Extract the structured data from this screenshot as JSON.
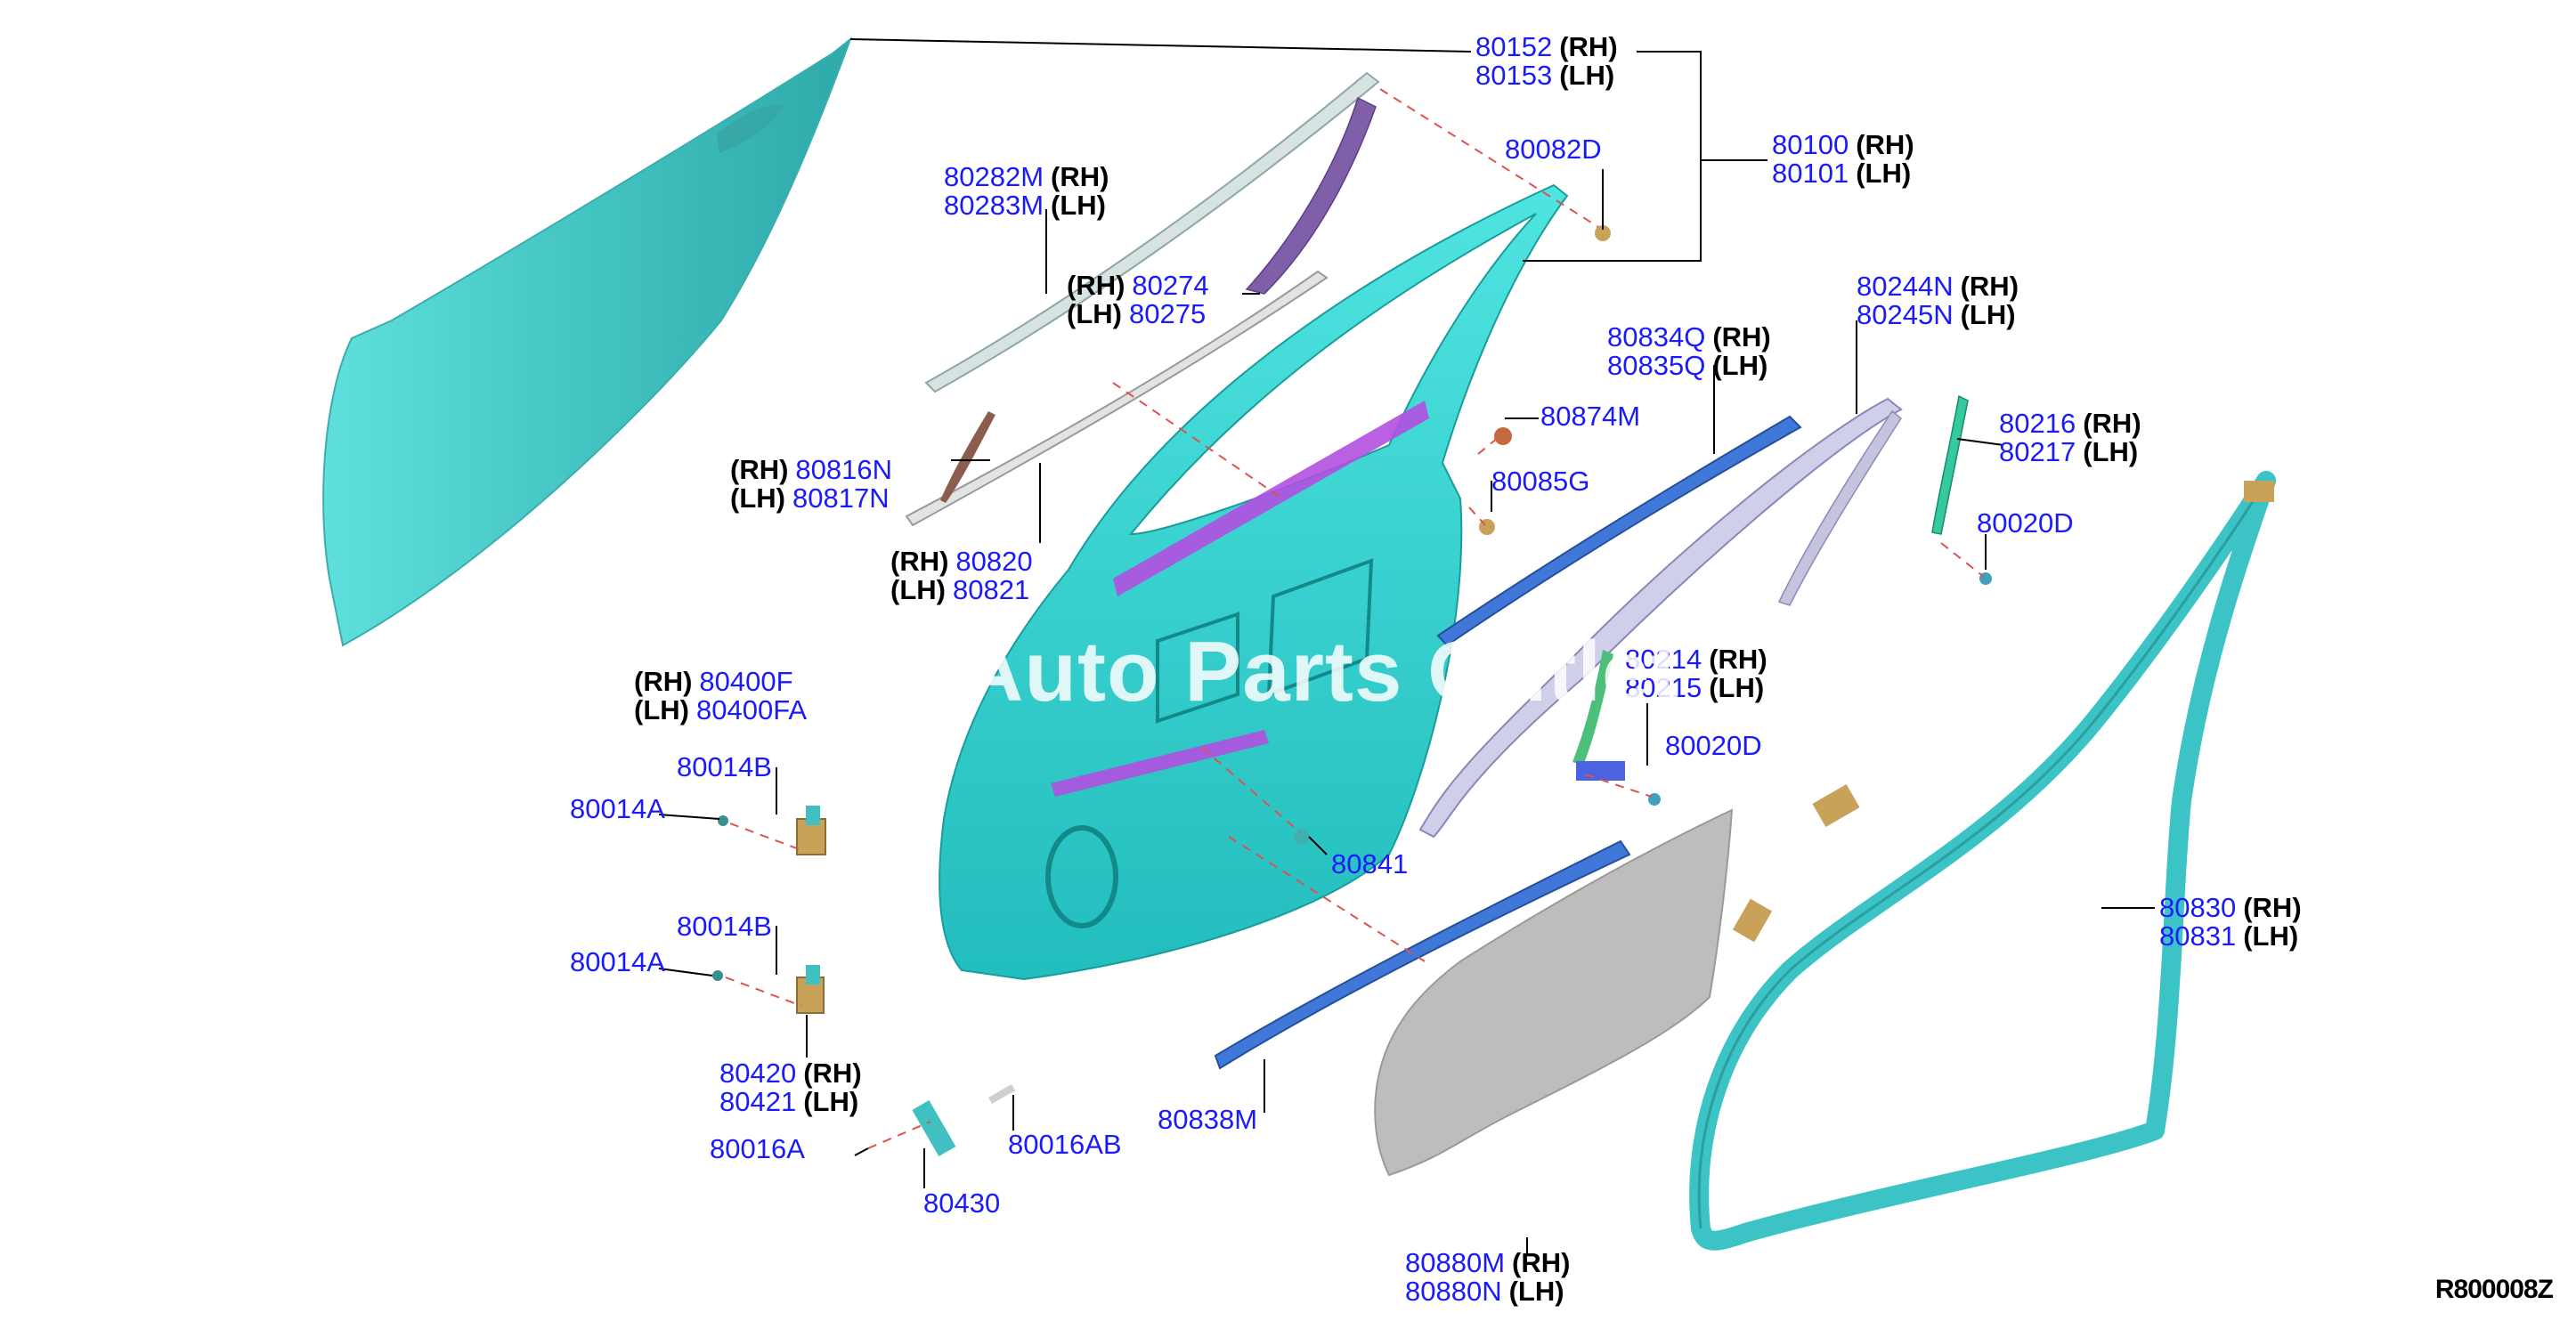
{
  "parts": {
    "p80152": "80152",
    "p80153": "80153",
    "p80100": "80100",
    "p80101": "80101",
    "p80082D": "80082D",
    "p80282M": "80282M",
    "p80283M": "80283M",
    "p80274": "80274",
    "p80275": "80275",
    "p80244N": "80244N",
    "p80245N": "80245N",
    "p80834Q": "80834Q",
    "p80835Q": "80835Q",
    "p80874M": "80874M",
    "p80085G": "80085G",
    "p80216": "80216",
    "p80217": "80217",
    "p80020D_a": "80020D",
    "p80020D_b": "80020D",
    "p80816N": "80816N",
    "p80817N": "80817N",
    "p80820": "80820",
    "p80821": "80821",
    "p80400_rh": "80400F",
    "p80400_lh": "80400FA",
    "p80214": "80214",
    "p80215": "80215",
    "p80014B_a": "80014B",
    "p80014A_a": "80014A",
    "p80014B_b": "80014B",
    "p80014A_b": "80014A",
    "p80841": "80841",
    "p80830": "80830",
    "p80831": "80831",
    "p80420": "80420",
    "p80421": "80421",
    "p80838M": "80838M",
    "p80016A": "80016A",
    "p80016AB": "80016AB",
    "p80430": "80430",
    "p80880M": "80880M",
    "p80880N": "80880N"
  },
  "sides": {
    "rh": "(RH)",
    "lh": "(LH)"
  },
  "diagram_code": "R800008Z",
  "watermark": "Auto Parts Outlet",
  "colors": {
    "panel": "#3cc3c6",
    "frame": "#2ad4d2",
    "purple": "#b14fe0",
    "blue": "#3f78d8",
    "lavender": "#c9c8e8",
    "gray": "#bdbdbd",
    "tan": "#c9a25a",
    "leader": "#000000",
    "dash": "#e05050"
  }
}
